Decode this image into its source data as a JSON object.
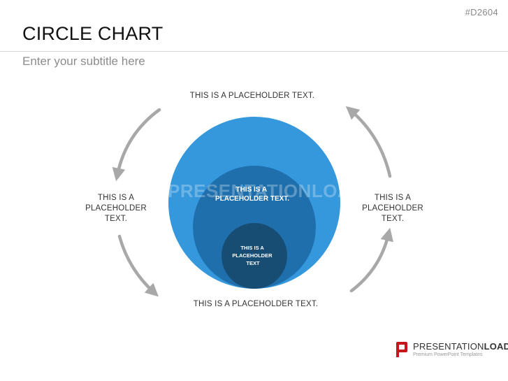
{
  "header": {
    "code": "#D2604",
    "title": "CIRCLE CHART",
    "subtitle": "Enter your subtitle here"
  },
  "labels": {
    "top": "THIS IS A PLACEHOLDER TEXT.",
    "bottom": "THIS IS A PLACEHOLDER TEXT.",
    "left": [
      "THIS IS A",
      "PLACEHOLDER",
      "TEXT."
    ],
    "right": [
      "THIS IS A",
      "PLACEHOLDER",
      "TEXT."
    ]
  },
  "circles": {
    "outer_color": "#3597dc",
    "middle_color": "#1f6fad",
    "inner_color": "#184d73",
    "middle_text": [
      "THIS IS A",
      "PLACEHOLDER TEXT."
    ],
    "inner_text": [
      "THIS IS A",
      "PLACEHOLDER",
      "TEXT"
    ]
  },
  "arrows": {
    "color": "#a8a8a8"
  },
  "watermark": {
    "text": "PRESENTATIONLOAD"
  },
  "brand": {
    "name_light": "PRESENTATION",
    "name_bold": "LOAD",
    "tagline": "Premium PowerPoint Templates",
    "accent_color": "#c5161d"
  }
}
